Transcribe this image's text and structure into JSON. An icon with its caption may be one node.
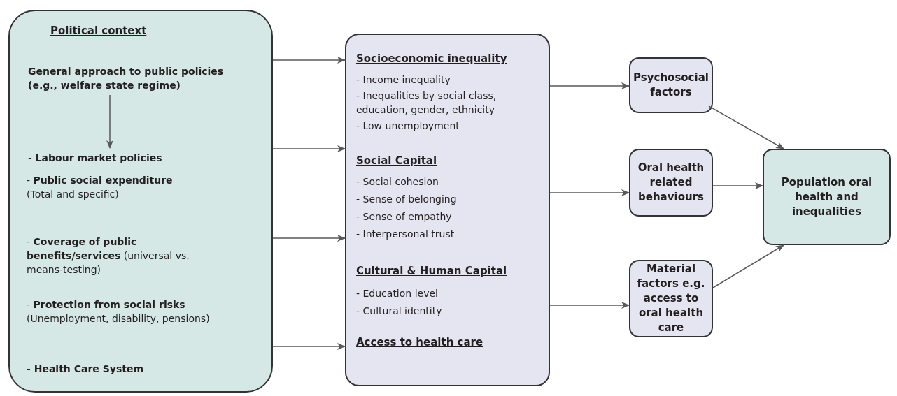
{
  "diagram": {
    "nodes": [
      {
        "text": [
          "Political context",
          "- **Public social expenditure** (Total and specific)",
          "- **Coverage of public benefits/services** (universal vs. means-testing)",
          "- **Protection from social risks** (Unemployment, disability, pensions)",
          "- Health Care System"
        ]
      },
      {
        "text": [
          "General approach to public policies (e.g., welfare state regime)"
        ],
        "in": 0
      },
      {
        "text": [
          "- Labour market policies"
        ],
        "in": 0
      },
      {
        "text": [
          "Socioeconomic inequality",
          "- Income inequality",
          "- Inequalities by social class, education, gender, ethnicity",
          "- Low unemployment",
          "Social Capital",
          "- Social cohesion",
          "- Sense of belonging",
          "- Sense of empathy",
          "- Interpersonal trust",
          "Cultural & Human Capital",
          "- Education level",
          "- Cultural identity",
          "Access to health care"
        ]
      },
      {
        "text": [
          "Psychosocial factors"
        ]
      },
      {
        "text": [
          "Oral health related behaviours"
        ]
      },
      {
        "text": [
          "Material factors e.g. access to oral health care"
        ]
      },
      {
        "text": [
          "Population oral health and inequalities"
        ]
      }
    ],
    "edges": [
      {
        "from": 1,
        "to": 2,
        "arrow": "to"
      },
      {
        "from": 0,
        "to": 3,
        "arrow": "to"
      },
      {
        "from": 0,
        "to": 3,
        "arrow": "to"
      },
      {
        "from": 0,
        "to": 3,
        "arrow": "to"
      },
      {
        "from": 0,
        "to": 3,
        "arrow": "to"
      },
      {
        "from": 3,
        "to": 4,
        "arrow": "to"
      },
      {
        "from": 3,
        "to": 5,
        "arrow": "to"
      },
      {
        "from": 3,
        "to": 6,
        "arrow": "to"
      },
      {
        "from": 4,
        "to": 7,
        "arrow": "to"
      },
      {
        "from": 5,
        "to": 7,
        "arrow": "to"
      },
      {
        "from": 6,
        "to": 7,
        "arrow": "to"
      }
    ]
  }
}
